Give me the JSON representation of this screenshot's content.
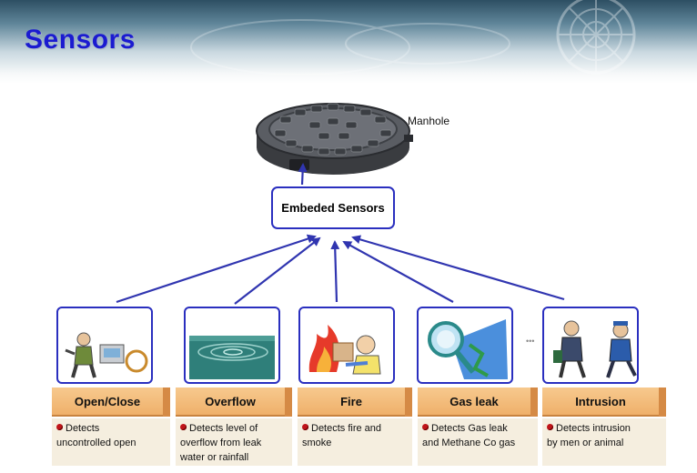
{
  "header": {
    "title": "Sensors"
  },
  "diagram": {
    "manhole_label": "Manhole",
    "hub_label": "Embeded Sensors",
    "sensors": [
      {
        "name": "Open/Close",
        "desc_lines": [
          "Detects",
          "uncontrolled open"
        ]
      },
      {
        "name": "Overflow",
        "desc_lines": [
          "Detects level of",
          "overflow from leak",
          "water or rainfall"
        ]
      },
      {
        "name": "Fire",
        "desc_lines": [
          "Detects fire and",
          "smoke"
        ]
      },
      {
        "name": "Gas leak",
        "desc_lines": [
          "Detects Gas leak",
          "and Methane Co gas"
        ]
      },
      {
        "name": "Intrusion",
        "desc_lines": [
          "Detects intrusion",
          "by men or animal"
        ]
      }
    ]
  },
  "colors": {
    "title": "#1b1bd0",
    "arrow": "#3035b0",
    "tab": "#efb06a",
    "desc_bg": "#f5eedf"
  }
}
